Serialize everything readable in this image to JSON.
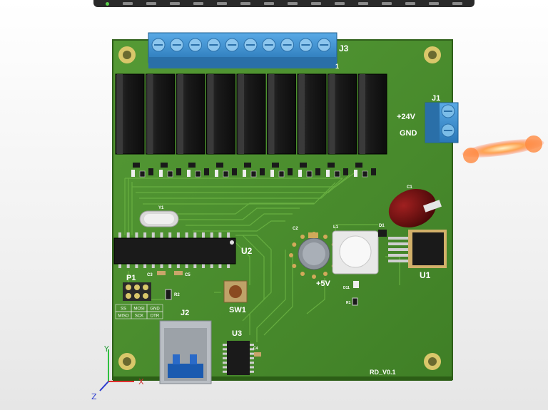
{
  "toolbar": {
    "buttons": [
      "status-dot",
      "view-tool",
      "orient-tool",
      "grid-tool",
      "select-tool",
      "layers-tool",
      "pin-tool",
      "measure-tool",
      "slice-tool",
      "box-tool",
      "layout-tool",
      "explode-tool",
      "config-tool",
      "display-tool",
      "settings-tool",
      "more-tool"
    ]
  },
  "board": {
    "connectors": {
      "j3": "J3",
      "j3_pin": "1",
      "j1": "J1",
      "j2": "J2",
      "p1": "P1"
    },
    "power_labels": {
      "plus24v": "+24V",
      "gnd": "GND",
      "plus5v": "+5V"
    },
    "chips": {
      "u1": "U1",
      "u2": "U2",
      "u3": "U3",
      "sw1": "SW1",
      "y1": "Y1"
    },
    "small_parts": {
      "c1": "C1",
      "c2": "C2",
      "c3": "C3",
      "c4": "C4",
      "c5": "C5",
      "l1": "L1",
      "d1": "D1",
      "r2": "R2",
      "r1": "R1",
      "d11": "D11"
    },
    "spi_header": [
      "SS",
      "MOSI",
      "GND",
      "MISO",
      "SCK",
      "DTR"
    ],
    "revision": "RD_V0.1"
  },
  "axes": {
    "y": "Y",
    "x": "X",
    "z": "Z"
  },
  "colors": {
    "pcb": "#4a8a2e",
    "pcb_edge": "#3a7020",
    "trace": "#63a83e",
    "terminal": "#3a8fd0",
    "relay": "#1c1c1c"
  }
}
